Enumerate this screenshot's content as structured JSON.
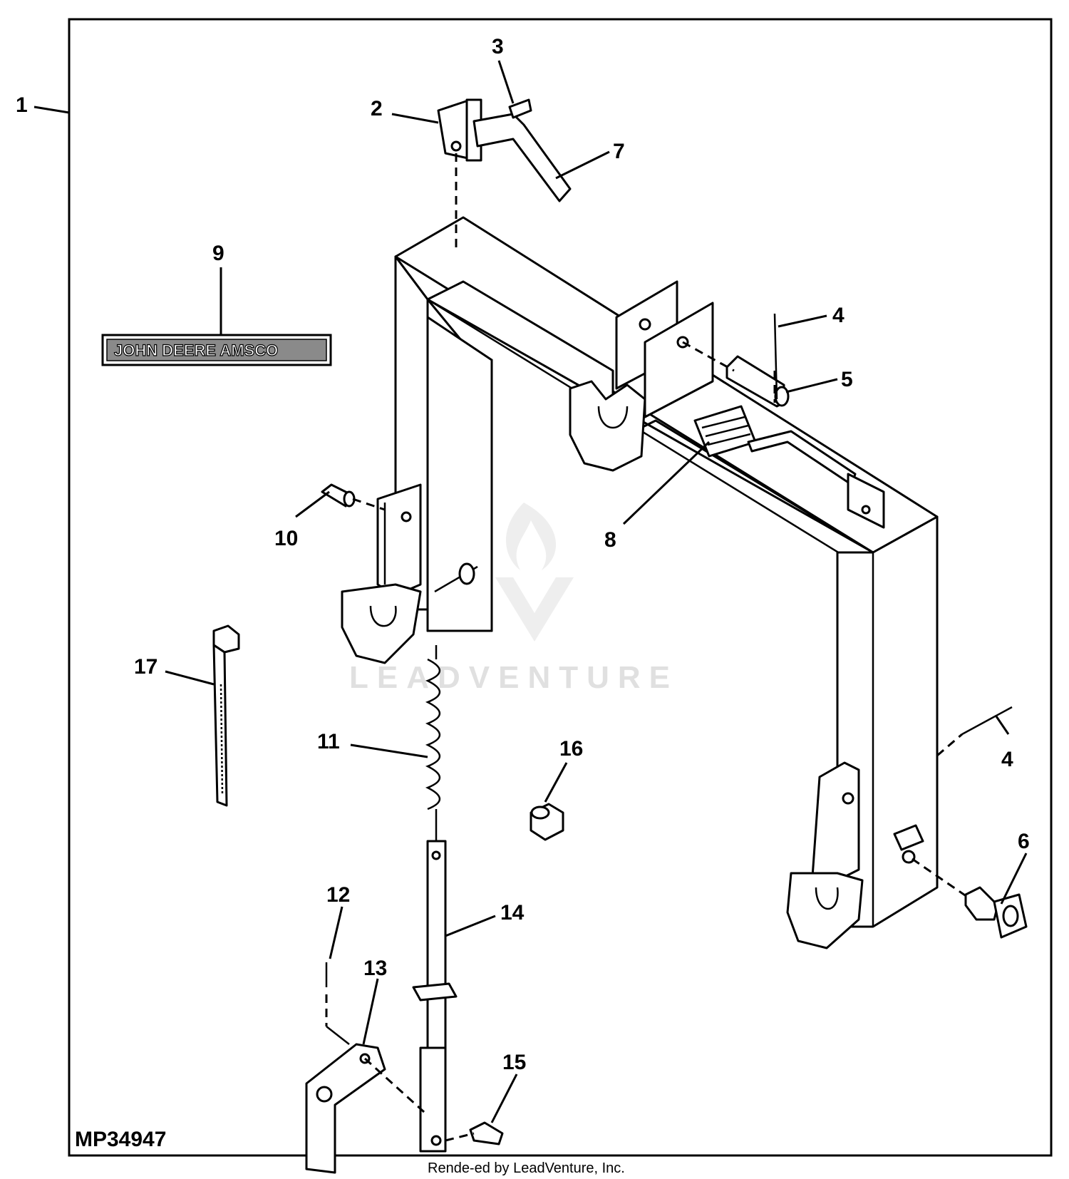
{
  "diagram_code": "MP34947",
  "footer_text": "Rende-ed by LeadVenture, Inc.",
  "watermark_text": "LEADVENTURE",
  "decal_text": "JOHN DEERE AMSCO",
  "callouts": [
    "1",
    "2",
    "3",
    "7",
    "9",
    "4",
    "5",
    "10",
    "8",
    "17",
    "11",
    "16",
    "4",
    "6",
    "12",
    "14",
    "13",
    "15"
  ]
}
